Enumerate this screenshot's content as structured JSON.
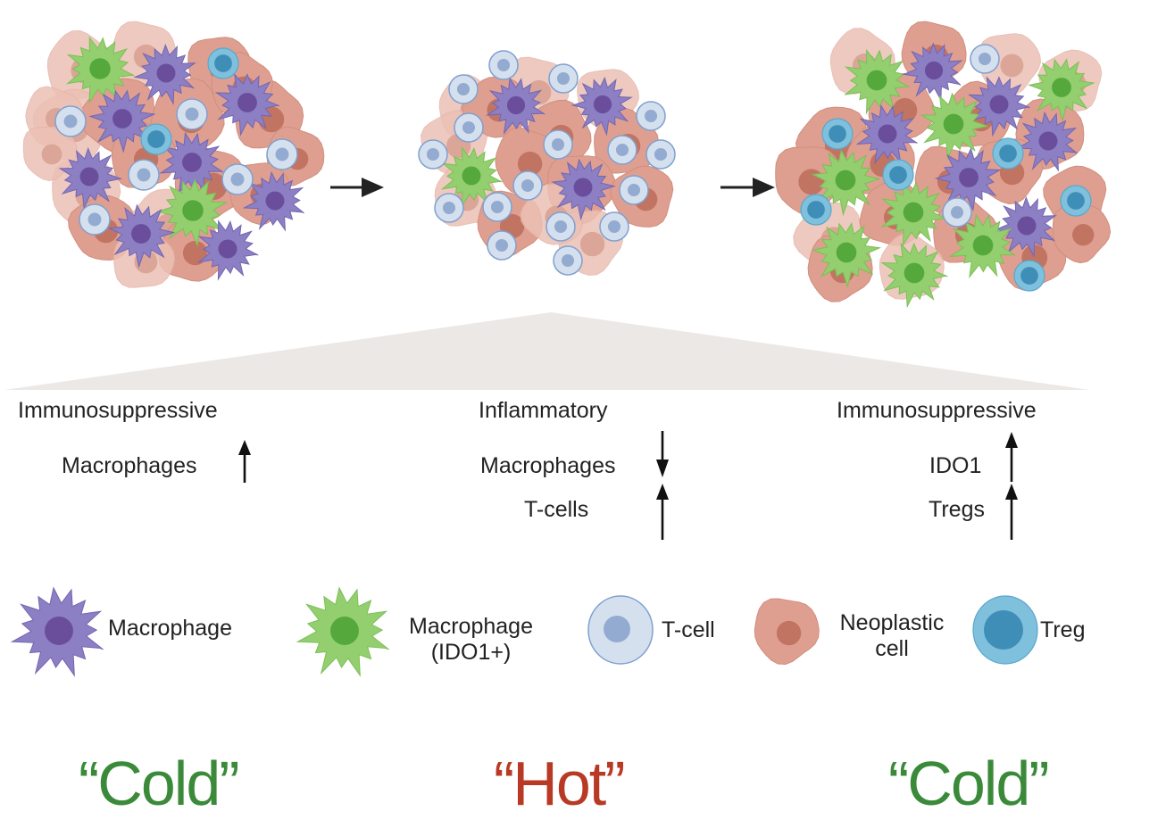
{
  "colors": {
    "cold": "#3a8a3a",
    "hot": "#b83a25",
    "macrophage": "#8c7fc4",
    "macrophage_nucleus": "#6a4e9c",
    "macrophage_ido1": "#93cf6f",
    "macrophage_ido1_nucleus": "#55a83c",
    "tcell": "#d5e0ef",
    "tcell_nucleus": "#93abd0",
    "treg": "#7fc0dc",
    "treg_nucleus": "#3f8eb8",
    "neoplastic": "#df9f90",
    "neoplastic_nucleus": "#c27462",
    "fan": "#ece8e6"
  },
  "tumors": [
    {
      "id": "cold-left",
      "composition": "Macrophages, IDO1+ macrophages, T-cells, Tregs, neoplastic cells"
    },
    {
      "id": "hot-middle",
      "composition": "Many T-cells, few macrophages, neoplastic cells"
    },
    {
      "id": "cold-right",
      "composition": "Many IDO1+ macrophages, Tregs, macrophages, neoplastic cells"
    }
  ],
  "states": [
    {
      "title": "Immunosuppressive",
      "changes": [
        {
          "label": "Macrophages",
          "direction": "up"
        }
      ],
      "classification": "“Cold”",
      "tone": "cold"
    },
    {
      "title": "Inflammatory",
      "changes": [
        {
          "label": "Macrophages",
          "direction": "down"
        },
        {
          "label": "T-cells",
          "direction": "up"
        }
      ],
      "classification": "“Hot”",
      "tone": "hot"
    },
    {
      "title": "Immunosuppressive",
      "changes": [
        {
          "label": "IDO1",
          "direction": "up"
        },
        {
          "label": "Tregs",
          "direction": "up"
        }
      ],
      "classification": "“Cold”",
      "tone": "cold"
    }
  ],
  "legend": [
    {
      "key": "macrophage",
      "label": "Macrophage"
    },
    {
      "key": "macrophage_ido1",
      "label_line1": "Macrophage",
      "label_line2": "(IDO1+)"
    },
    {
      "key": "tcell",
      "label": "T-cell"
    },
    {
      "key": "neoplastic",
      "label_line1": "Neoplastic",
      "label_line2": "cell"
    },
    {
      "key": "treg",
      "label": "Treg"
    }
  ]
}
